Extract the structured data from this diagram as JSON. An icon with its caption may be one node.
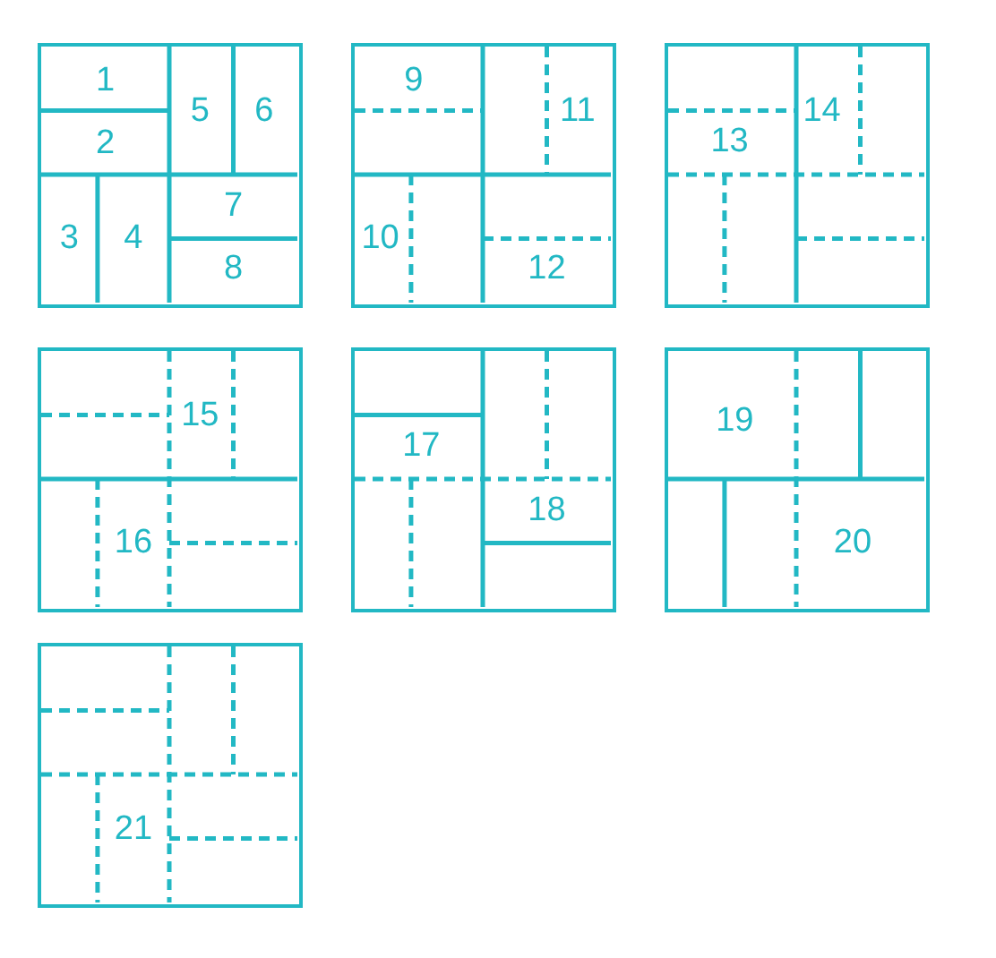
{
  "diagram": {
    "nodes": [
      {
        "text": [
          "1",
          "2",
          "5",
          "6",
          "3",
          "4",
          "7",
          "8"
        ]
      },
      {
        "text": [
          "9",
          "11",
          "10",
          "12"
        ]
      },
      {
        "text": [
          "13",
          "14"
        ]
      },
      {
        "text": [
          "15",
          "16"
        ]
      },
      {
        "text": [
          "17",
          "18"
        ]
      },
      {
        "text": [
          "19",
          "20"
        ]
      },
      {
        "text": [
          "21"
        ]
      }
    ]
  }
}
